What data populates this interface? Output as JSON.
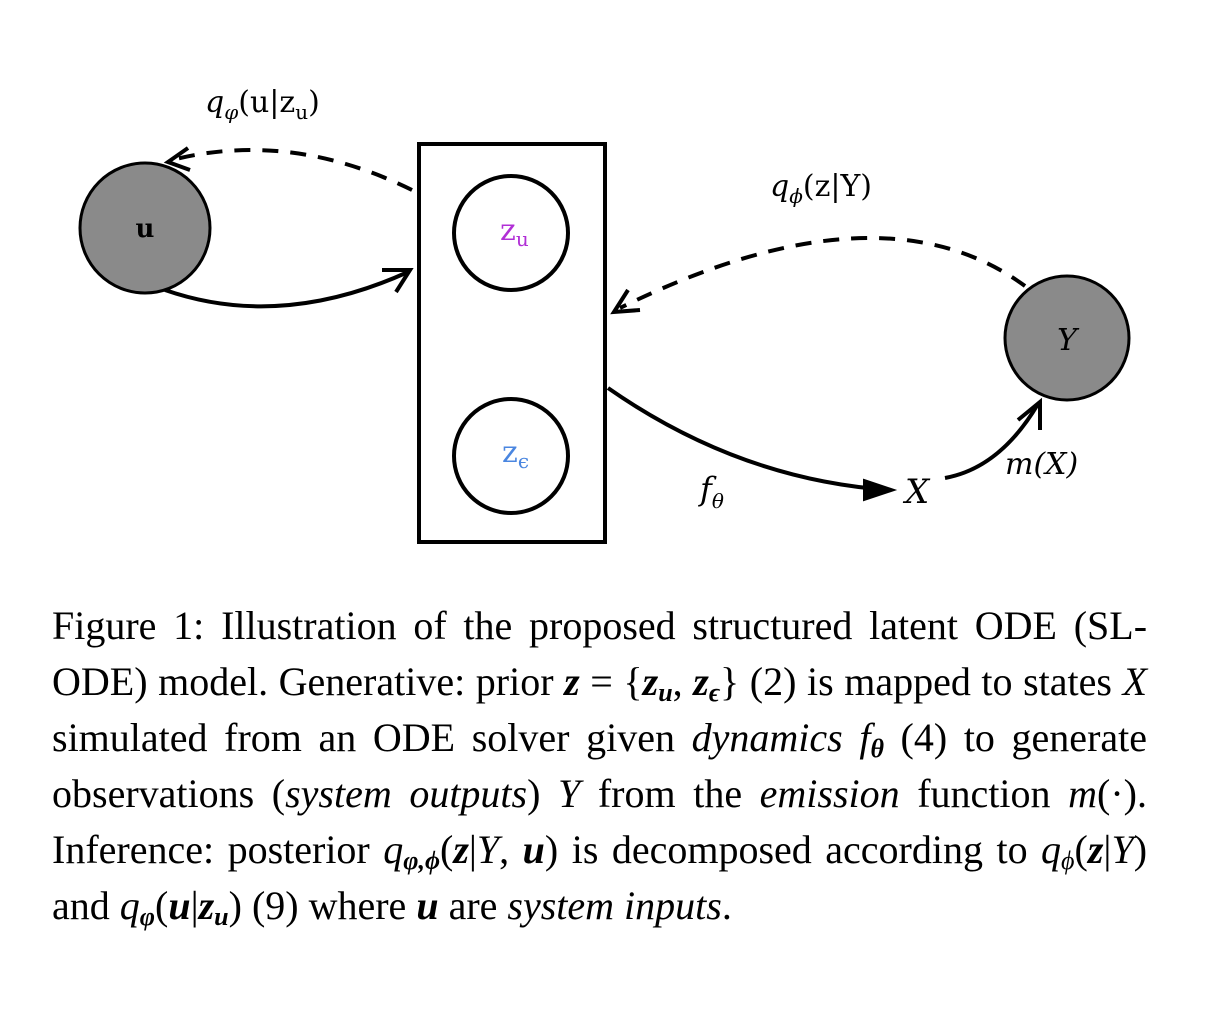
{
  "diagram": {
    "nodes": {
      "u": {
        "label": "u",
        "fill": "#8a8a8a"
      },
      "y": {
        "label": "Y",
        "fill": "#8a8a8a"
      },
      "z_u": {
        "label_main": "z",
        "label_sub": "u",
        "color": "#b12fd6"
      },
      "z_eps": {
        "label_main": "z",
        "label_sub": "ϵ",
        "color": "#4a86e0"
      },
      "x": {
        "label": "X"
      }
    },
    "edges": {
      "q_varphi": {
        "prefix": "q",
        "prefix_sub": "φ",
        "body": "(u|z",
        "body_sub": "u",
        "close": ")"
      },
      "q_phi": {
        "prefix": "q",
        "prefix_sub": "ϕ",
        "body": "(z|Y)"
      },
      "f_theta": {
        "main": "f",
        "sub": "θ"
      },
      "m_x": {
        "label": "m(X)"
      }
    }
  },
  "caption": {
    "figure_label": "Figure 1:",
    "t1": " Illustration of the proposed structured latent ODE (SL-ODE) model. Generative: prior ",
    "z1": "z",
    "t2": " = {",
    "zu": "z",
    "zu_sub": "u",
    "t3": ", ",
    "ze": "z",
    "ze_sub": "ϵ",
    "t4": "} (2) is mapped to states ",
    "X": "X",
    "t5": " simulated from an ODE solver given ",
    "dynamics": "dynamics",
    "t6": " ",
    "f": "f",
    "f_sub": "θ",
    "t7": " (4) to generate observations (",
    "system_outputs": "system outputs",
    "t8": ") ",
    "Y": "Y",
    "t9": " from the ",
    "emission": "emission",
    "t10": " function ",
    "m": "m",
    "t11": "(·). Inference: posterior ",
    "q1": "q",
    "q1_sub": "φ,ϕ",
    "t12": "(",
    "z2": "z",
    "t13": "|",
    "Y2": "Y",
    "t14": ", ",
    "u1": "u",
    "t15": ") is decomposed according to ",
    "q2": "q",
    "q2_sub": "ϕ",
    "t16": "(",
    "z3": "z",
    "t17": "|",
    "Y3": "Y",
    "t18": ") and ",
    "q3": "q",
    "q3_sub": "φ",
    "t19": "(",
    "u2": "u",
    "t20": "|",
    "z4": "z",
    "z4_sub": "u",
    "t21": ") (9) where ",
    "u3": "u",
    "t22": " are ",
    "system_inputs": "system inputs",
    "t23": "."
  }
}
